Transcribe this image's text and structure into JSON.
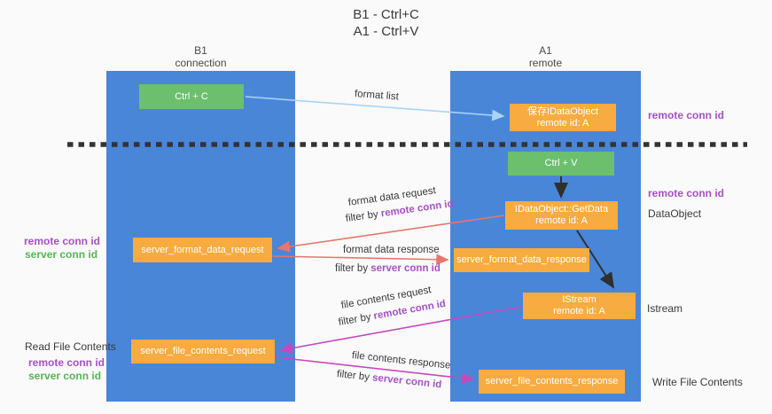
{
  "title": {
    "line1": "B1 - Ctrl+C",
    "line2": "A1 - Ctrl+V"
  },
  "lanes": {
    "left": {
      "title": "B1",
      "subtitle": "connection"
    },
    "right": {
      "title": "A1",
      "subtitle": "remote"
    }
  },
  "nodes": {
    "ctrl_c": {
      "label": "Ctrl + C"
    },
    "ctrl_v": {
      "label": "Ctrl + V"
    },
    "save_dataobject": {
      "line1": "保存IDataObject",
      "line2": "remote id: A"
    },
    "getdata": {
      "line1": "IDataObject::GetData",
      "line2": "remote id: A"
    },
    "istream": {
      "line1": "IStream",
      "line2": "remote id: A"
    },
    "server_format_data_request": {
      "label": "server_format_data_request"
    },
    "server_format_data_response": {
      "label": "server_format_data_response"
    },
    "server_file_contents_request": {
      "label": "server_file_contents_request"
    },
    "server_file_contents_response": {
      "label": "server_file_contents_response"
    }
  },
  "arrows": {
    "format_list": {
      "label": "format list"
    },
    "format_data_request": {
      "label": "format data request",
      "filter_prefix": "filter by ",
      "filter_key": "remote conn id"
    },
    "format_data_response": {
      "label": "format data response",
      "filter_prefix": "filter by ",
      "filter_key": "server conn id"
    },
    "file_contents_request": {
      "label": "file contents request",
      "filter_prefix": "filter by ",
      "filter_key": "remote conn id"
    },
    "file_contents_response": {
      "label": "file contents response",
      "filter_prefix": "filter by ",
      "filter_key": "server conn id"
    }
  },
  "annotations": {
    "right_remote_conn_id_1": "remote conn id",
    "right_remote_conn_id_2": "remote conn id",
    "dataobject": "DataObject",
    "istream": "Istream",
    "write_file_contents": "Write File Contents",
    "left_remote_conn_id_1": "remote conn id",
    "left_server_conn_id_1": "server conn id",
    "read_file_contents": "Read File Contents",
    "left_remote_conn_id_2": "remote conn id",
    "left_server_conn_id_2": "server conn id"
  },
  "colors": {
    "lane_blue": "#4a86d8",
    "node_orange": "#f8ab40",
    "node_green": "#6cbf6d",
    "arrow_lightblue": "#aad4f5",
    "arrow_red": "#e8756e",
    "arrow_magenta": "#c649bc",
    "arrow_black": "#2f2f2f",
    "text_purple": "#a650c6",
    "text_green": "#57b357"
  }
}
